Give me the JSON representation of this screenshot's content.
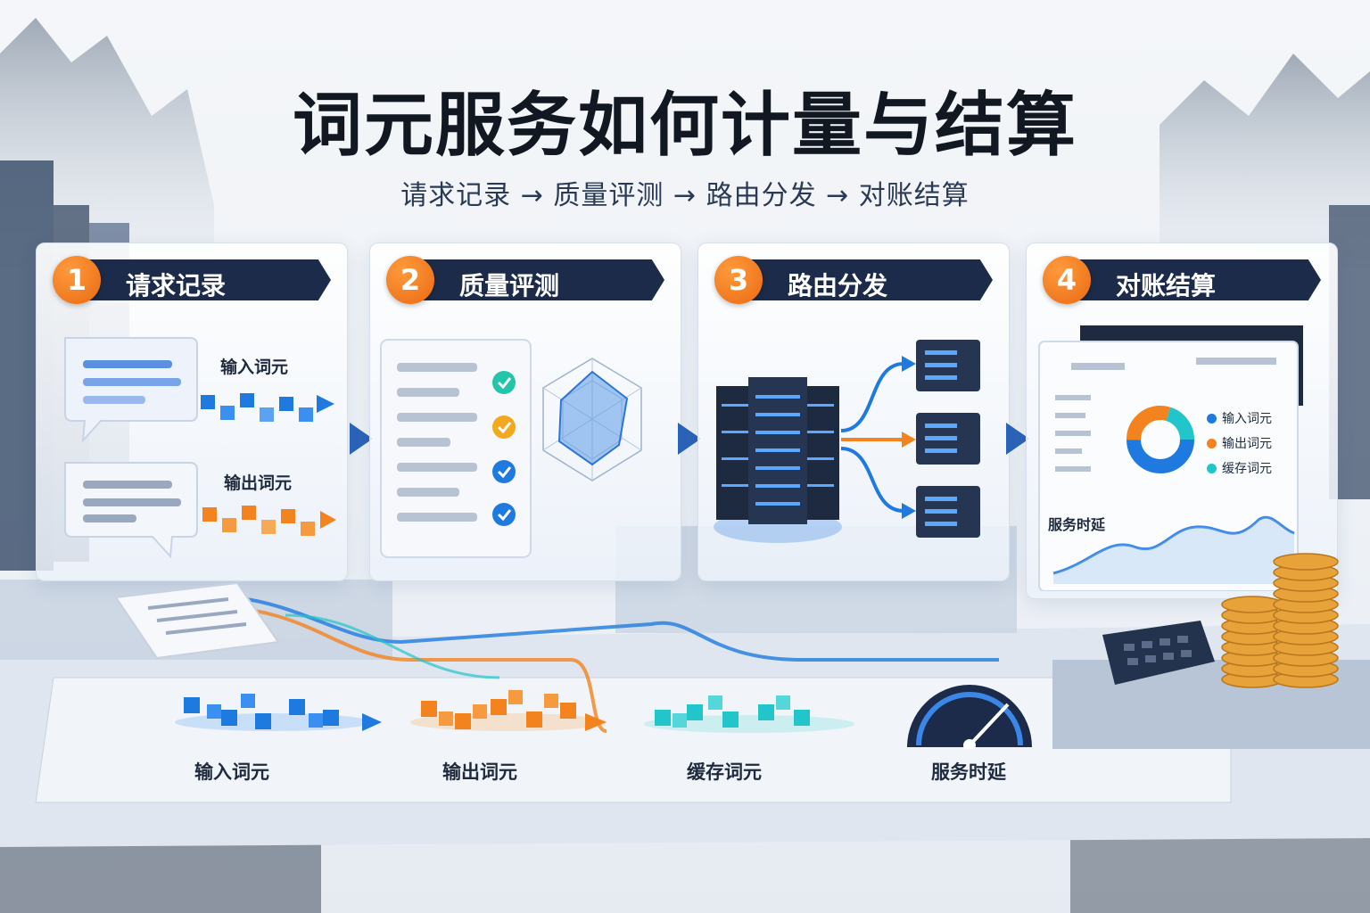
{
  "title": "词元服务如何计量与结算",
  "subtitle": "请求记录 → 质量评测 → 路由分发 → 对账结算",
  "stages": [
    {
      "num": "1",
      "label": "请求记录"
    },
    {
      "num": "2",
      "label": "质量评测"
    },
    {
      "num": "3",
      "label": "路由分发"
    },
    {
      "num": "4",
      "label": "对账结算"
    }
  ],
  "stage1": {
    "input_label": "输入词元",
    "output_label": "输出词元"
  },
  "stage4": {
    "legend": [
      {
        "label": "输入词元",
        "color": "#1f7ae0"
      },
      {
        "label": "输出词元",
        "color": "#f2831f"
      },
      {
        "label": "缓存词元",
        "color": "#22c5c9"
      }
    ],
    "latency_label": "服务时延"
  },
  "bottom": {
    "input": "输入词元",
    "output": "输出词元",
    "cache": "缓存词元",
    "latency": "服务时延"
  },
  "colors": {
    "blue": "#1f7ae0",
    "orange": "#f2831f",
    "cyan": "#22c5c9",
    "navy": "#1c2b4a"
  }
}
